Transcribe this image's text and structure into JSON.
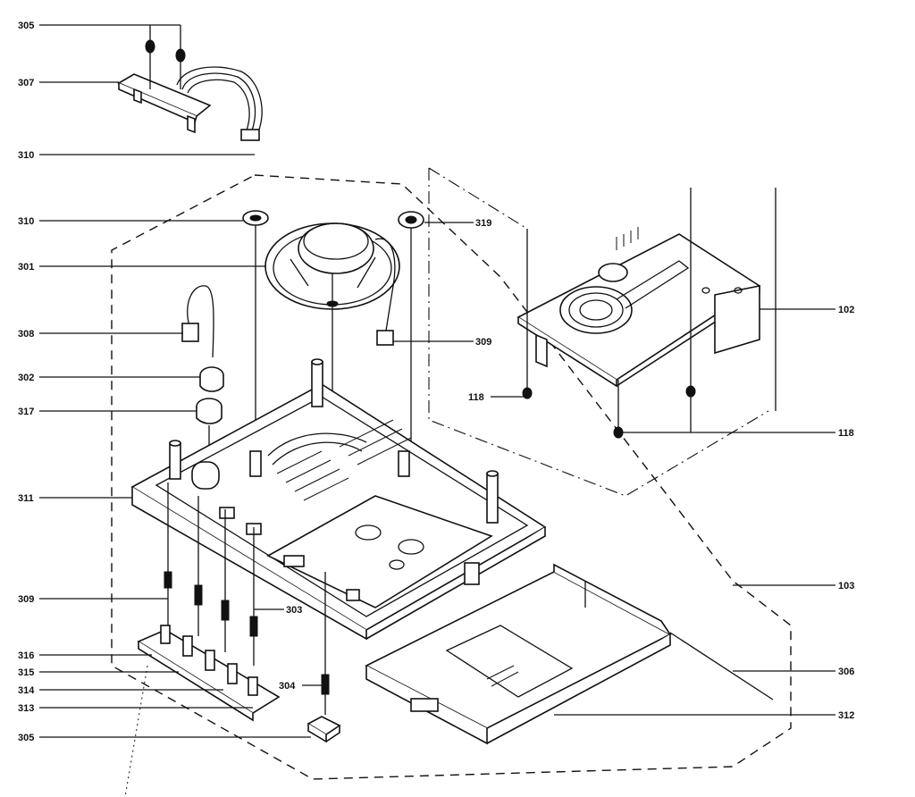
{
  "callouts": {
    "c305_top": "305",
    "c307": "307",
    "c310_top": "310",
    "c310_mid": "310",
    "c319": "319",
    "c301": "301",
    "c308": "308",
    "c309_right": "309",
    "c302": "302",
    "c317": "317",
    "c311": "311",
    "c309_left": "309",
    "c303": "303",
    "c316": "316",
    "c315": "315",
    "c314": "314",
    "c313": "313",
    "c304": "304",
    "c305_bottom": "305",
    "c102": "102",
    "c118": "118",
    "c118_right": "118",
    "c103": "103",
    "c306": "306",
    "c312": "312"
  }
}
